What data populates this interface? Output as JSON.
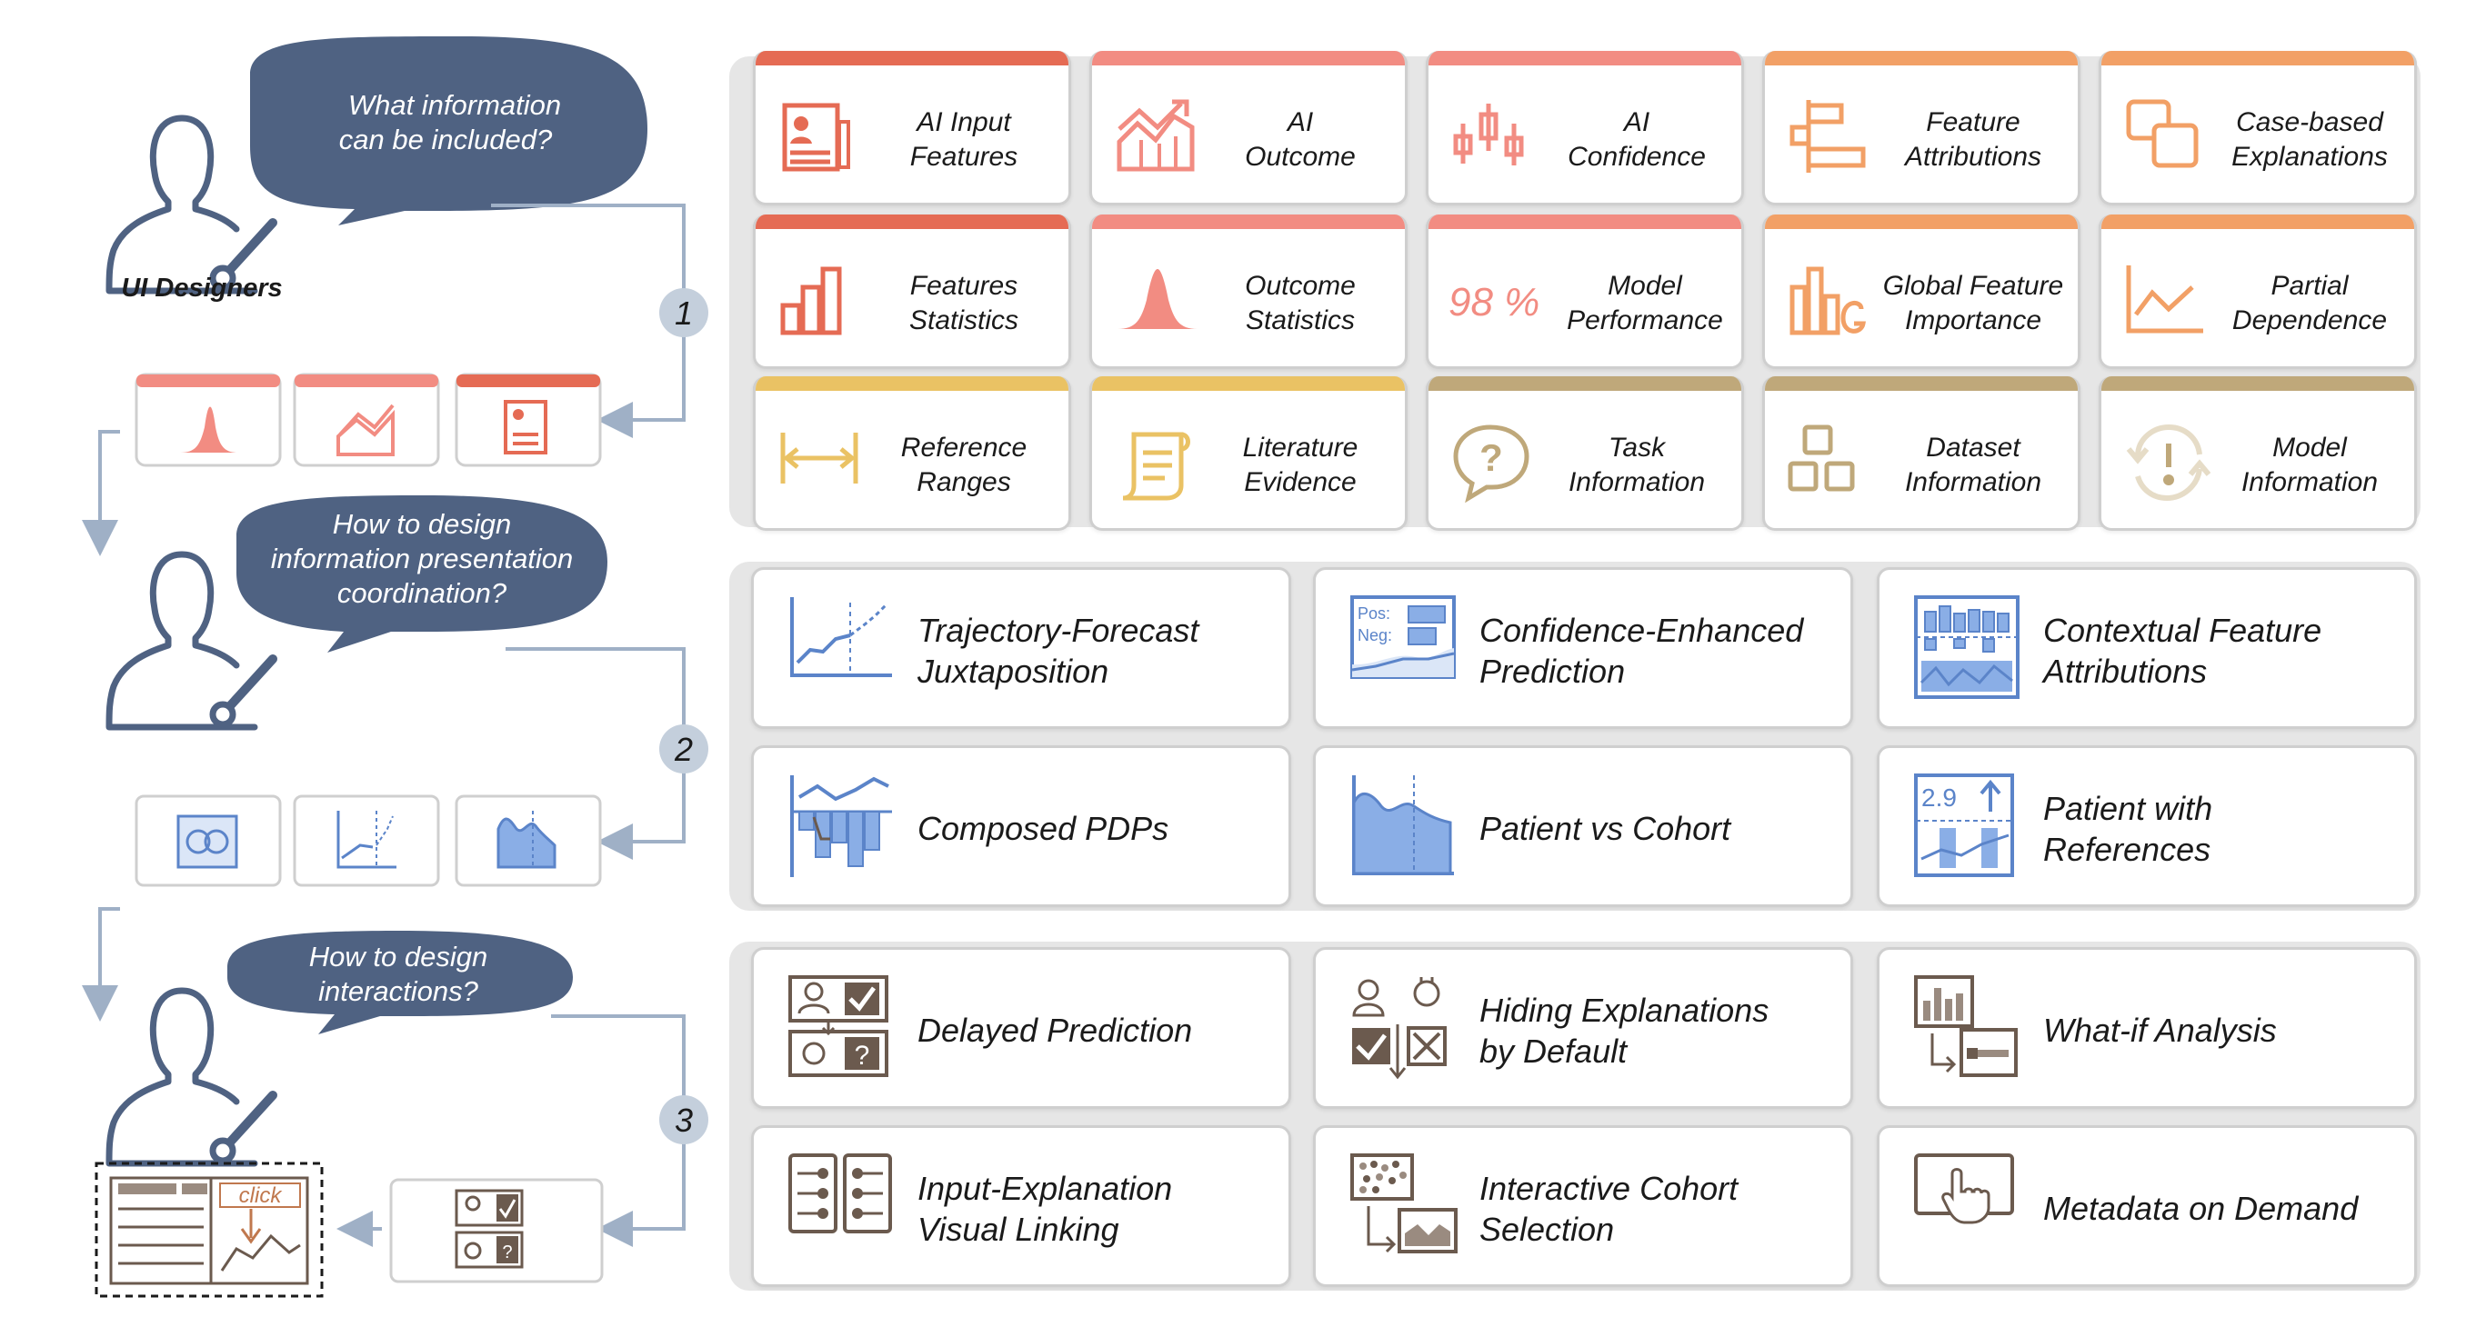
{
  "flow": {
    "stage1": {
      "bubble": [
        "What information",
        "can be included?"
      ],
      "actor": "UI Designers",
      "step": "1"
    },
    "stage2": {
      "bubble": [
        "How to design",
        "information presentation",
        "coordination?"
      ],
      "step": "2"
    },
    "stage3": {
      "bubble": [
        "How to design",
        "interactions?"
      ],
      "step": "3",
      "sketch_label": "click"
    }
  },
  "colors": {
    "dark_bubble": "#4f6282",
    "designer_stroke": "#4f6282",
    "connector": "#9fb0c6",
    "group_ai": "#e56b54",
    "group_feature": "#f28c82",
    "group_global": "#f2a066",
    "group_reference": "#eac264",
    "group_context": "#bfa87a",
    "presentation_blue": "#5b84c9",
    "interaction_brown": "#6b5a4e",
    "panel": "#e6e6e6"
  },
  "information": [
    {
      "label": [
        "AI Input",
        "Features"
      ],
      "icon": "input-features-icon",
      "color": "#e56b54"
    },
    {
      "label": [
        "AI",
        "Outcome"
      ],
      "icon": "outcome-chart-icon",
      "color": "#f28c82"
    },
    {
      "label": [
        "AI",
        "Confidence"
      ],
      "icon": "confidence-candlestick-icon",
      "color": "#f28c82"
    },
    {
      "label": [
        "Feature",
        "Attributions"
      ],
      "icon": "attribution-bars-icon",
      "color": "#f2a066"
    },
    {
      "label": [
        "Case-based",
        "Explanations"
      ],
      "icon": "case-squares-icon",
      "color": "#f2a066"
    },
    {
      "label": [
        "Features",
        "Statistics"
      ],
      "icon": "bar-chart-icon",
      "color": "#e56b54"
    },
    {
      "label": [
        "Outcome",
        "Statistics"
      ],
      "icon": "distribution-icon",
      "color": "#f28c82"
    },
    {
      "label": [
        "Model",
        "Performance"
      ],
      "icon": "percent-icon",
      "color": "#f28c82",
      "value": "98 %"
    },
    {
      "label": [
        "Global Feature",
        "Importance"
      ],
      "icon": "importance-icon",
      "color": "#f2a066"
    },
    {
      "label": [
        "Partial",
        "Dependence"
      ],
      "icon": "line-chart-icon",
      "color": "#f2a066"
    },
    {
      "label": [
        "Reference",
        "Ranges"
      ],
      "icon": "range-arrows-icon",
      "color": "#eac264"
    },
    {
      "label": [
        "Literature",
        "Evidence"
      ],
      "icon": "scroll-icon",
      "color": "#eac264"
    },
    {
      "label": [
        "Task",
        "Information"
      ],
      "icon": "question-bubble-icon",
      "color": "#bfa87a"
    },
    {
      "label": [
        "Dataset",
        "Information"
      ],
      "icon": "dataset-blocks-icon",
      "color": "#bfa87a"
    },
    {
      "label": [
        "Model",
        "Information"
      ],
      "icon": "model-cycle-icon",
      "color": "#bfa87a"
    }
  ],
  "presentation": [
    {
      "label": [
        "Trajectory-Forecast",
        "Juxtaposition"
      ],
      "icon": "trajectory-forecast-icon"
    },
    {
      "label": [
        "Confidence-Enhanced",
        "Prediction"
      ],
      "icon": "confidence-prediction-icon",
      "tags": [
        "Pos:",
        "Neg:"
      ]
    },
    {
      "label": [
        "Contextual Feature",
        "Attributions"
      ],
      "icon": "contextual-attribution-icon"
    },
    {
      "label": [
        "Composed PDPs"
      ],
      "icon": "composed-pdp-icon"
    },
    {
      "label": [
        "Patient vs Cohort"
      ],
      "icon": "patient-cohort-icon"
    },
    {
      "label": [
        "Patient with",
        "References"
      ],
      "icon": "patient-reference-icon",
      "value": "2.9"
    }
  ],
  "interactions": [
    {
      "label": [
        "Delayed Prediction"
      ],
      "icon": "delayed-prediction-icon"
    },
    {
      "label": [
        "Hiding Explanations",
        "by Default"
      ],
      "icon": "hiding-explanations-icon"
    },
    {
      "label": [
        "What-if Analysis"
      ],
      "icon": "what-if-icon"
    },
    {
      "label": [
        "Input-Explanation",
        "Visual Linking"
      ],
      "icon": "visual-linking-icon"
    },
    {
      "label": [
        "Interactive Cohort",
        "Selection"
      ],
      "icon": "cohort-selection-icon"
    },
    {
      "label": [
        "Metadata on Demand"
      ],
      "icon": "metadata-click-icon"
    }
  ]
}
